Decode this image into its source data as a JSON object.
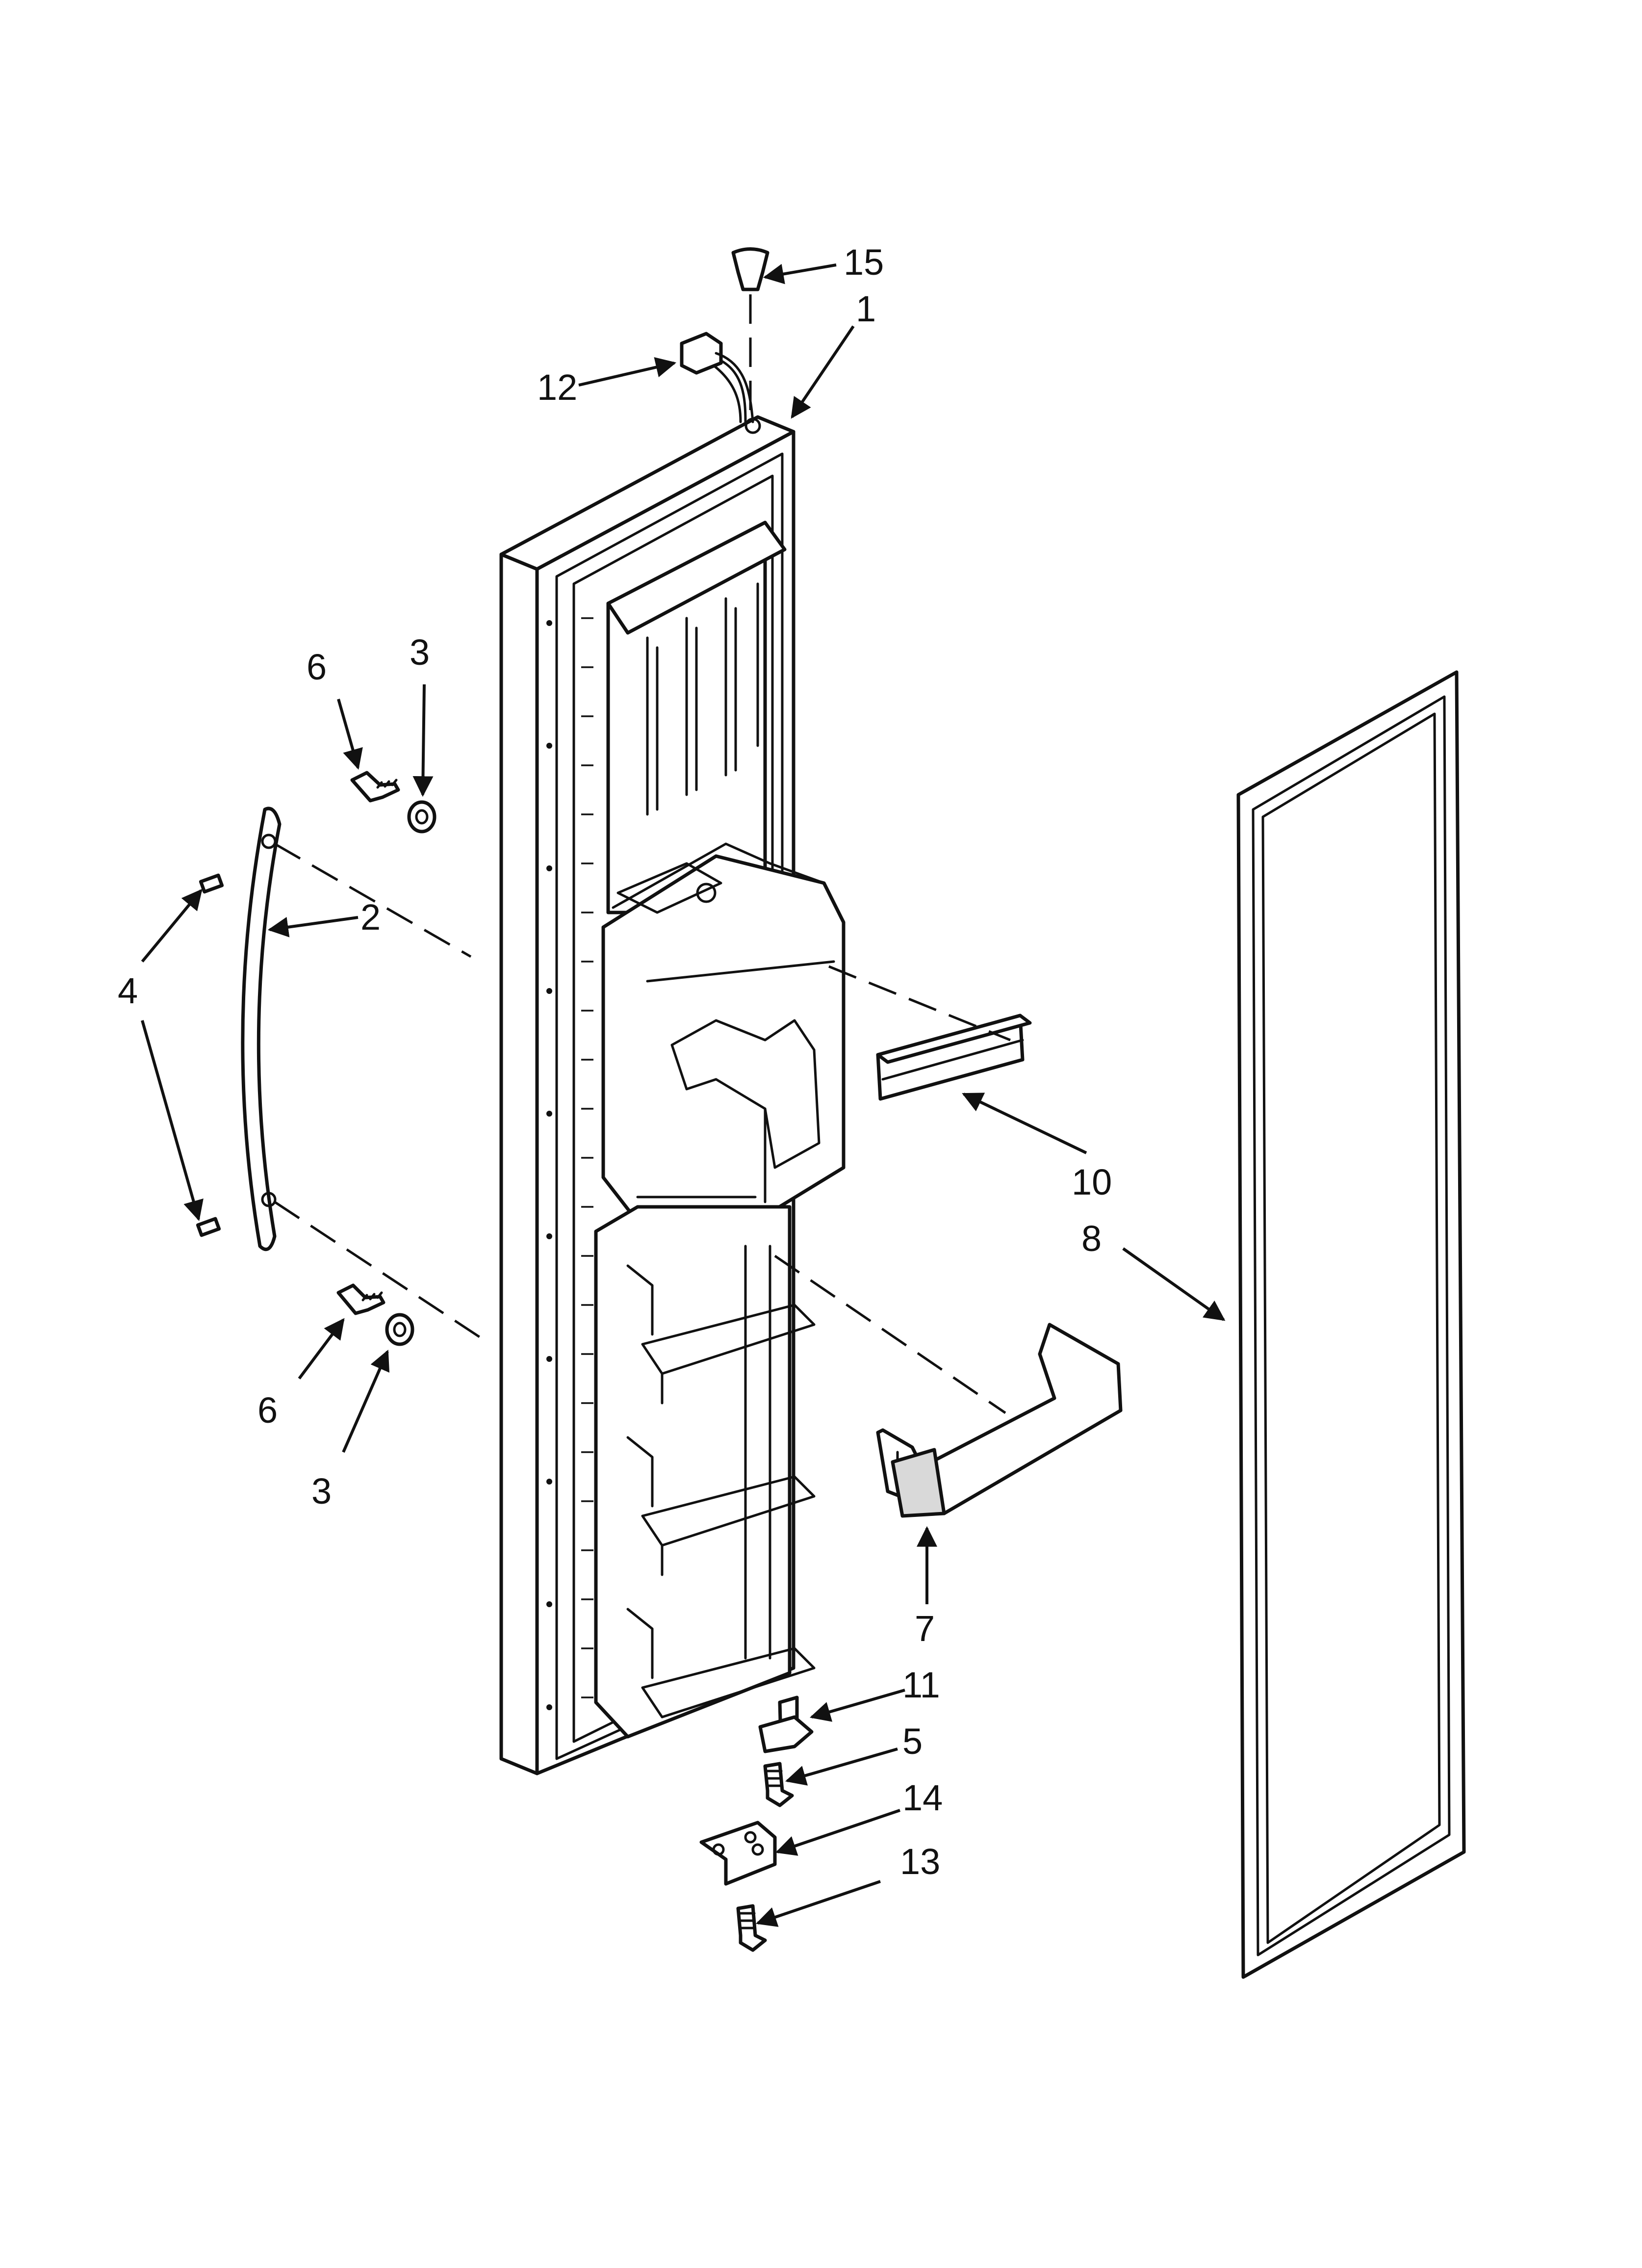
{
  "diagram": {
    "type": "exploded parts diagram",
    "colors": {
      "line": "#111111",
      "background": "#ffffff",
      "shade": "#d9d9d9"
    },
    "callouts": [
      {
        "id": "c15",
        "label": "15"
      },
      {
        "id": "c1",
        "label": "1"
      },
      {
        "id": "c12",
        "label": "12"
      },
      {
        "id": "c6a",
        "label": "6"
      },
      {
        "id": "c3a",
        "label": "3"
      },
      {
        "id": "c2",
        "label": "2"
      },
      {
        "id": "c4",
        "label": "4"
      },
      {
        "id": "c10",
        "label": "10"
      },
      {
        "id": "c8",
        "label": "8"
      },
      {
        "id": "c6b",
        "label": "6"
      },
      {
        "id": "c3b",
        "label": "3"
      },
      {
        "id": "c7",
        "label": "7"
      },
      {
        "id": "c11",
        "label": "11"
      },
      {
        "id": "c5",
        "label": "5"
      },
      {
        "id": "c14",
        "label": "14"
      },
      {
        "id": "c13",
        "label": "13"
      }
    ]
  }
}
